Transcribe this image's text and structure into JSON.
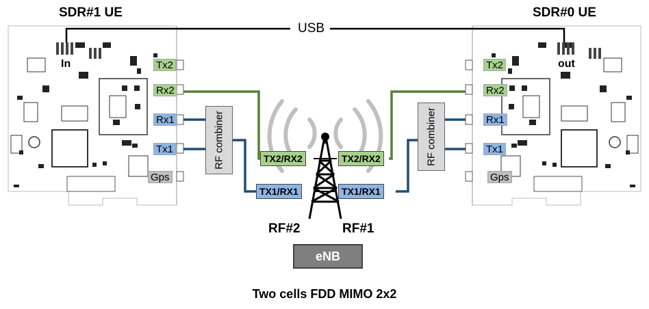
{
  "devices": {
    "left_title": "SDR#1 UE",
    "right_title": "SDR#0  UE",
    "left_usb_port": "In",
    "right_usb_port": "out"
  },
  "usb_label": "USB",
  "ports": {
    "tx2": "Tx2",
    "rx2": "Rx2",
    "rx1": "Rx1",
    "tx1": "Tx1",
    "gps": "Gps"
  },
  "combiner_label": "RF combiner",
  "antenna_ports": {
    "tx2rx2": "TX2/RX2",
    "tx1rx1": "TX1/RX1"
  },
  "rf_labels": {
    "left": "RF#2",
    "right": "RF#1"
  },
  "enb_label": "eNB",
  "caption": "Two cells FDD MIMO 2x2",
  "colors": {
    "green_port": "#a9d18e",
    "blue_port": "#8eb4e3",
    "gray_port": "#bfbfbf",
    "green_cable": "#548235",
    "blue_cable": "#1f4e79",
    "combiner": "#d9d9d9",
    "enb_box": "#7f7f7f"
  }
}
